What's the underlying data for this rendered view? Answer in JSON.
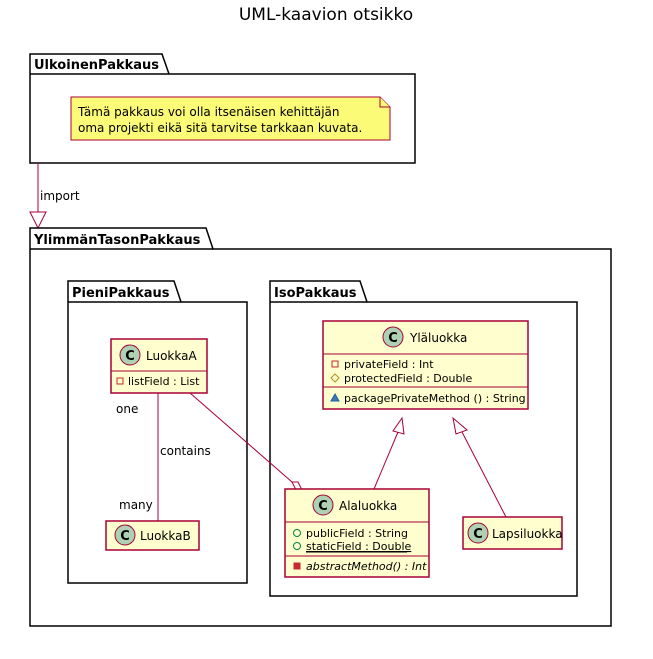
{
  "title": "UML-kaavion otsikko",
  "packages": {
    "outer": "UlkoinenPakkaus",
    "top": "YlimmänTasonPakkaus",
    "small": "PieniPakkaus",
    "big": "IsoPakkaus"
  },
  "note": {
    "line1": "Tämä pakkaus voi olla itsenäisen kehittäjän",
    "line2": "oma projekti eikä sitä tarvitse tarkkaan kuvata."
  },
  "relations": {
    "import": "import",
    "contains": "contains",
    "one": "one",
    "many": "many"
  },
  "classes": {
    "luokkaA": {
      "name": "LuokkaA",
      "field": "listField : List"
    },
    "luokkaB": {
      "name": "LuokkaB"
    },
    "ylaluokka": {
      "name": "Yläluokka",
      "field1": "privateField : Int",
      "field2": "protectedField : Double",
      "method1": "packagePrivateMethod () : String"
    },
    "alaluokka": {
      "name": "Alaluokka",
      "field1": "publicField : String",
      "field2": "staticField : Double",
      "method1": "abstractMethod() : Int"
    },
    "lapsiluokka": {
      "name": "Lapsiluokka"
    }
  },
  "stereotype_letter": "C",
  "colors": {
    "class_fill": "#FEFECE",
    "class_border": "#A80036",
    "class_icon": "#ADD1B2",
    "note_fill": "#FBFB77",
    "relation_line": "#A80036"
  }
}
